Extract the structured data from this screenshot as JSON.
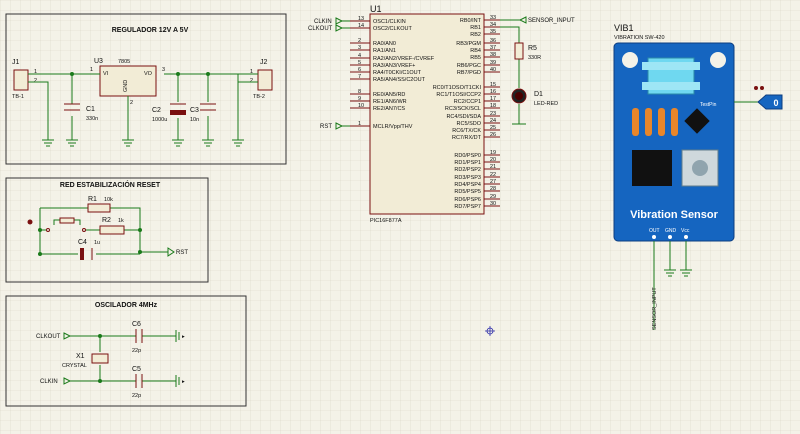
{
  "colors": {
    "background": "#f4f2e8",
    "grid": "#d9d6c6",
    "wire": "#1a7a1a",
    "part": "#7a1010",
    "module_blue": "#1565c0"
  },
  "regulator": {
    "title": "REGULADOR 12V A 5V",
    "j1": {
      "ref": "J1",
      "type": "TB-1",
      "pins": [
        "1",
        "2"
      ]
    },
    "j2": {
      "ref": "J2",
      "type": "TB-2",
      "pins": [
        "1",
        "2"
      ]
    },
    "u3": {
      "ref": "U3",
      "part": "7805",
      "vi": "VI",
      "vo": "VO",
      "gnd": "GND",
      "pins": [
        "1",
        "3",
        "2"
      ]
    },
    "c1": {
      "ref": "C1",
      "value": "330n"
    },
    "c2": {
      "ref": "C2",
      "value": "1000u"
    },
    "c3": {
      "ref": "C3",
      "value": "10n"
    }
  },
  "reset": {
    "title": "RED ESTABILIZACIÓN RESET",
    "r1": {
      "ref": "R1",
      "value": "10k"
    },
    "r2": {
      "ref": "R2",
      "value": "1k"
    },
    "c4": {
      "ref": "C4",
      "value": "1u"
    },
    "net": "RST"
  },
  "oscillator": {
    "title": "OSCILADOR 4MHz",
    "c6": {
      "ref": "C6",
      "value": "22p"
    },
    "c5": {
      "ref": "C5",
      "value": "22p"
    },
    "x1": {
      "ref": "X1",
      "value": "CRYSTAL"
    },
    "clkout": "CLKOUT",
    "clkin": "CLKIN"
  },
  "mcu": {
    "ref": "U1",
    "part": "PIC16F877A",
    "left_pins": [
      {
        "num": "13",
        "name": "OSC1/CLKIN"
      },
      {
        "num": "14",
        "name": "OSC2/CLKOUT"
      },
      {
        "num": "2",
        "name": "RA0/AN0"
      },
      {
        "num": "3",
        "name": "RA1/AN1"
      },
      {
        "num": "4",
        "name": "RA2/AN2/VREF-/CVREF"
      },
      {
        "num": "5",
        "name": "RA3/AN3/VREF+"
      },
      {
        "num": "6",
        "name": "RA4/T0CKI/C1OUT"
      },
      {
        "num": "7",
        "name": "RA5/AN4/SS/C2OUT"
      },
      {
        "num": "8",
        "name": "RE0/AN5/RD"
      },
      {
        "num": "9",
        "name": "RE1/AN6/WR"
      },
      {
        "num": "10",
        "name": "RE2/AN7/CS"
      },
      {
        "num": "1",
        "name": "MCLR/Vpp/THV"
      }
    ],
    "right_pins": [
      {
        "num": "33",
        "name": "RB0/INT"
      },
      {
        "num": "34",
        "name": "RB1"
      },
      {
        "num": "35",
        "name": "RB2"
      },
      {
        "num": "36",
        "name": "RB3/PGM"
      },
      {
        "num": "37",
        "name": "RB4"
      },
      {
        "num": "38",
        "name": "RB5"
      },
      {
        "num": "39",
        "name": "RB6/PGC"
      },
      {
        "num": "40",
        "name": "RB7/PGD"
      },
      {
        "num": "15",
        "name": "RC0/T1OSO/T1CKI"
      },
      {
        "num": "16",
        "name": "RC1/T1OSI/CCP2"
      },
      {
        "num": "17",
        "name": "RC2/CCP1"
      },
      {
        "num": "18",
        "name": "RC3/SCK/SCL"
      },
      {
        "num": "23",
        "name": "RC4/SDI/SDA"
      },
      {
        "num": "24",
        "name": "RC5/SDO"
      },
      {
        "num": "25",
        "name": "RC6/TX/CK"
      },
      {
        "num": "26",
        "name": "RC7/RX/DT"
      },
      {
        "num": "19",
        "name": "RD0/PSP0"
      },
      {
        "num": "20",
        "name": "RD1/PSP1"
      },
      {
        "num": "21",
        "name": "RD2/PSP2"
      },
      {
        "num": "22",
        "name": "RD3/PSP3"
      },
      {
        "num": "27",
        "name": "RD4/PSP4"
      },
      {
        "num": "28",
        "name": "RD5/PSP5"
      },
      {
        "num": "29",
        "name": "RD6/PSP6"
      },
      {
        "num": "30",
        "name": "RD7/PSP7"
      }
    ],
    "net_clkin": "CLKIN",
    "net_clkout": "CLKOUT",
    "net_rst": "RST",
    "net_sensor": "SENSOR_INPUT"
  },
  "r5": {
    "ref": "R5",
    "value": "330R"
  },
  "d1": {
    "ref": "D1",
    "value": "LED-RED"
  },
  "vib": {
    "ref": "VIB1",
    "part": "VIBRATION SW-420",
    "board_title": "Vibration Sensor",
    "testpin": "TestPin",
    "pins": [
      "OUT",
      "GND",
      "Vcc"
    ],
    "probe_value": "0",
    "net": "SENSOR_INPUT"
  }
}
